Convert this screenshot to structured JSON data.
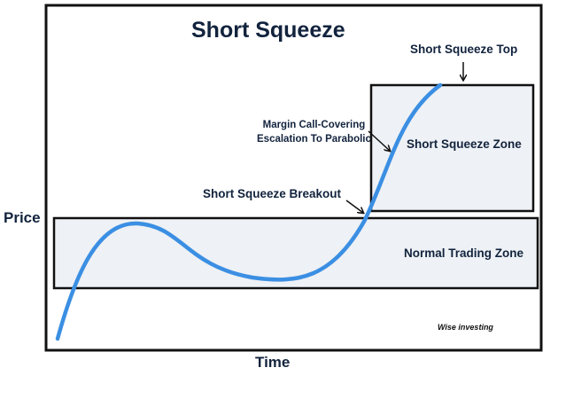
{
  "title": "Short Squeeze",
  "axes": {
    "y_label": "Price",
    "x_label": "Time"
  },
  "zones": {
    "normal": {
      "label": "Normal Trading Zone",
      "fill": "#eef1f5"
    },
    "squeeze": {
      "label": "Short Squeeze Zone",
      "fill": "#eef1f5"
    }
  },
  "annotations": {
    "top": "Short Squeeze Top",
    "margin_call": [
      "Margin Call-Covering",
      "Escalation To Parabolic"
    ],
    "breakout": "Short Squeeze Breakout"
  },
  "watermark": "Wise investing",
  "colors": {
    "curve": "#3b8fe3",
    "border": "#111111",
    "text": "#12233d"
  }
}
